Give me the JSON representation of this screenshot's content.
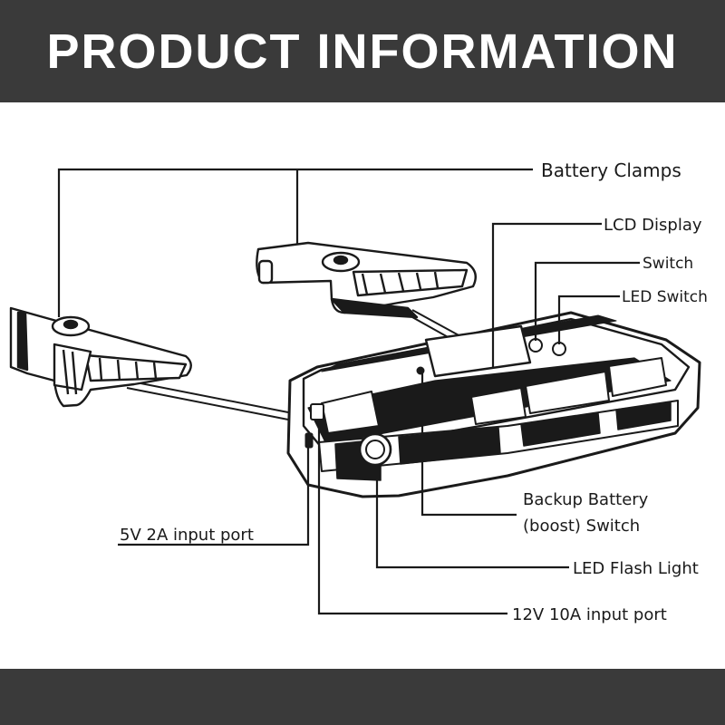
{
  "header": {
    "title": "PRODUCT INFORMATION"
  },
  "labels": {
    "battery_clamps": "Battery Clamps",
    "lcd_display": "LCD Display",
    "switch": "Switch",
    "led_switch": "LED Switch",
    "backup_battery_line1": "Backup Battery",
    "backup_battery_line2": "(boost) Switch",
    "input_5v": "5V 2A input port",
    "led_flash_light": "LED Flash Light",
    "input_12v": "12V 10A input port"
  },
  "colors": {
    "band": "#3a3a3a",
    "ink": "#1a1a1a",
    "background": "#ffffff"
  }
}
